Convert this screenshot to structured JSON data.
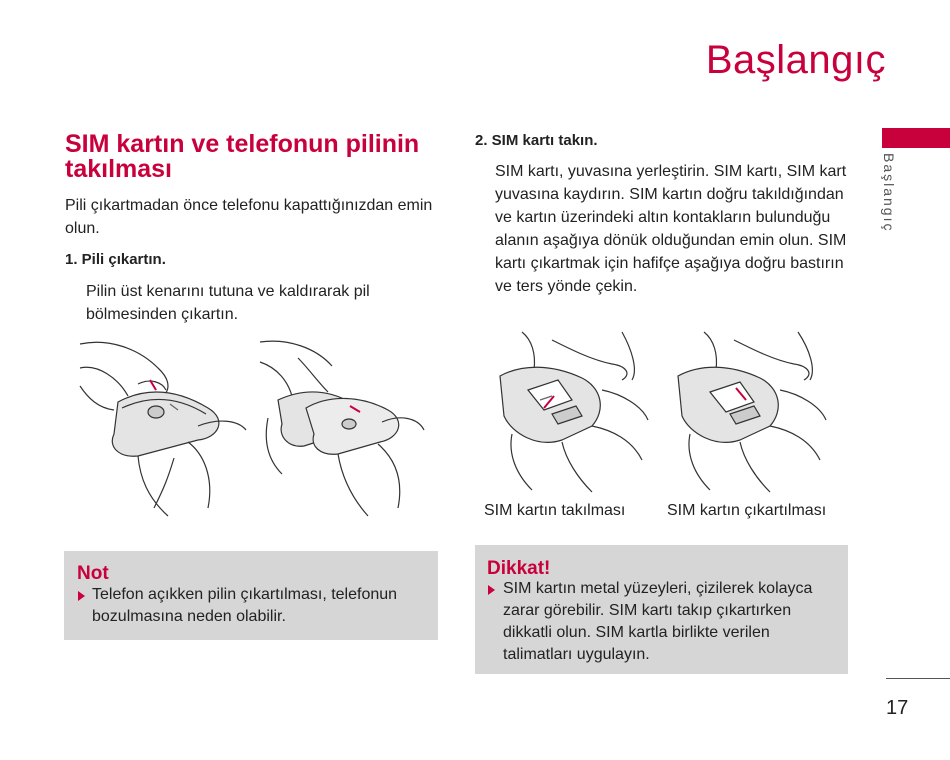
{
  "header": {
    "title": "Başlangıç",
    "side_label": "Başlangıç"
  },
  "footer": {
    "page_number": "17"
  },
  "left": {
    "section_title": "SIM kartın ve telefonun pilinin takılması",
    "intro": "Pili çıkartmadan önce telefonu kapattığınızdan emin olun.",
    "step1_heading": "1. Pili çıkartın.",
    "step1_text": "Pilin üst kenarını tutuna ve kaldırarak pil bölmesinden çıkartın.",
    "note": {
      "title": "Not",
      "text": "Telefon açıkken pilin çıkartılması, telefonun bozulmasına neden olabilir."
    }
  },
  "right": {
    "step2_heading": "2. SIM kartı takın.",
    "step2_text": "SIM kartı, yuvasına yerleştirin. SIM kartı, SIM kart yuvasına kaydırın. SIM kartın doğru takıldığından ve kartın üzerindeki altın kontakların bulunduğu alanın aşağıya dönük olduğundan emin olun. SIM kartı çıkartmak için hafifçe aşağıya doğru bastırın ve ters yönde çekin.",
    "caption_insert": "SIM kartın takılması",
    "caption_remove": "SIM kartın çıkartılması",
    "caution": {
      "title": "Dikkat!",
      "text": "SIM kartın metal yüzeyleri, çizilerek kolayca zarar görebilir. SIM kartı takıp çıkartırken dikkatli olun. SIM kartla birlikte verilen talimatları uygulayın."
    }
  },
  "colors": {
    "accent": "#c8003c",
    "note_bg": "#d6d6d6"
  },
  "icons": [
    "bullet-arrow-icon",
    "battery-removal-illustration",
    "sim-insert-illustration",
    "sim-remove-illustration"
  ]
}
